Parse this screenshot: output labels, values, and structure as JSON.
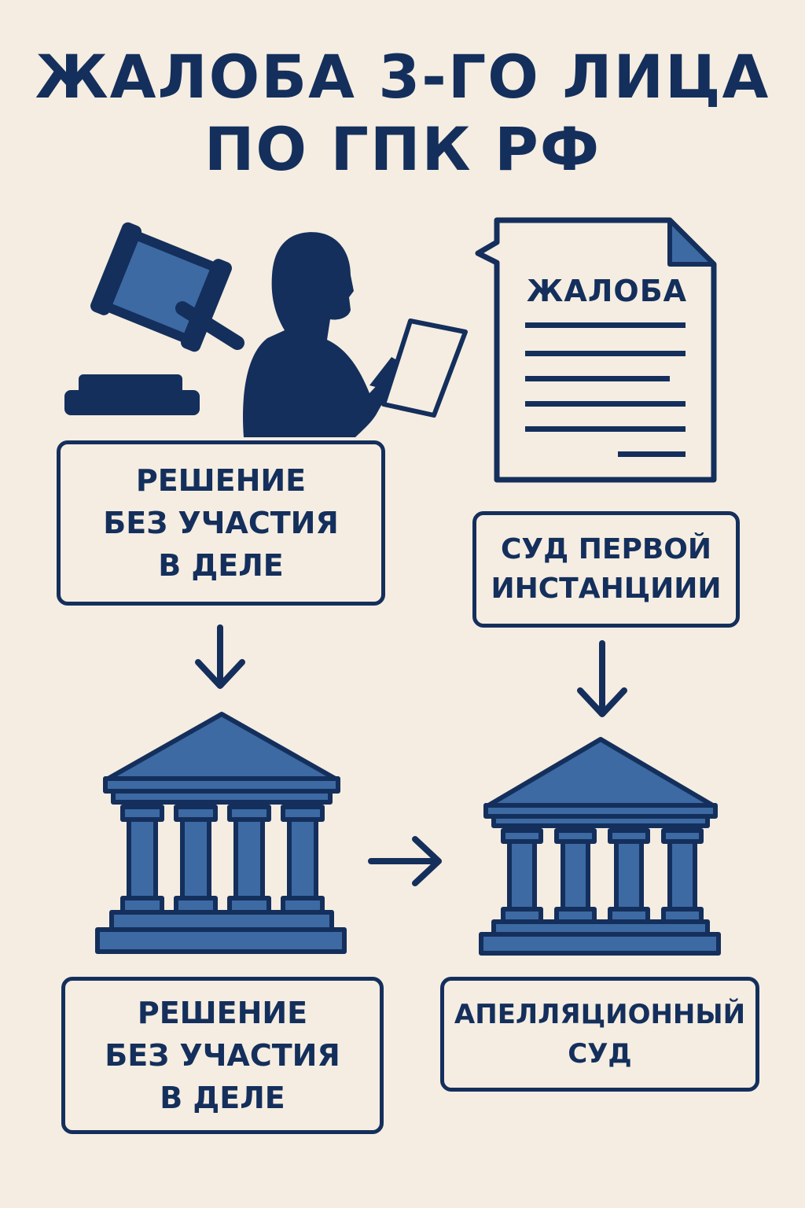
{
  "title": {
    "line1": "ЖАЛОБА 3-ГО ЛИЦА",
    "line2": "ПО ГПК РФ"
  },
  "document": {
    "label": "ЖАЛОБА"
  },
  "boxes": {
    "decision_top": {
      "lines": [
        "РЕШЕНИЕ",
        "БЕЗ УЧАСТИЯ",
        "В ДЕЛЕ"
      ]
    },
    "first_court": {
      "lines": [
        "СУД ПЕРВОЙ",
        "ИНСТАНЦИИИ"
      ]
    },
    "decision_bottom": {
      "lines": [
        "РЕШЕНИЕ",
        "БЕЗ УЧАСТИЯ",
        "В ДЕЛЕ"
      ]
    },
    "appeal": {
      "lines": [
        "АПЕЛЛЯЦИОННЫЙ",
        "СУД"
      ]
    }
  },
  "colors": {
    "navy": "#142f5c",
    "blue": "#3d6aa3",
    "background": "#f5ede1"
  },
  "icons": [
    "gavel-icon",
    "person-silhouette-icon",
    "document-icon",
    "courthouse-icon",
    "arrow-down-icon",
    "arrow-right-icon"
  ]
}
